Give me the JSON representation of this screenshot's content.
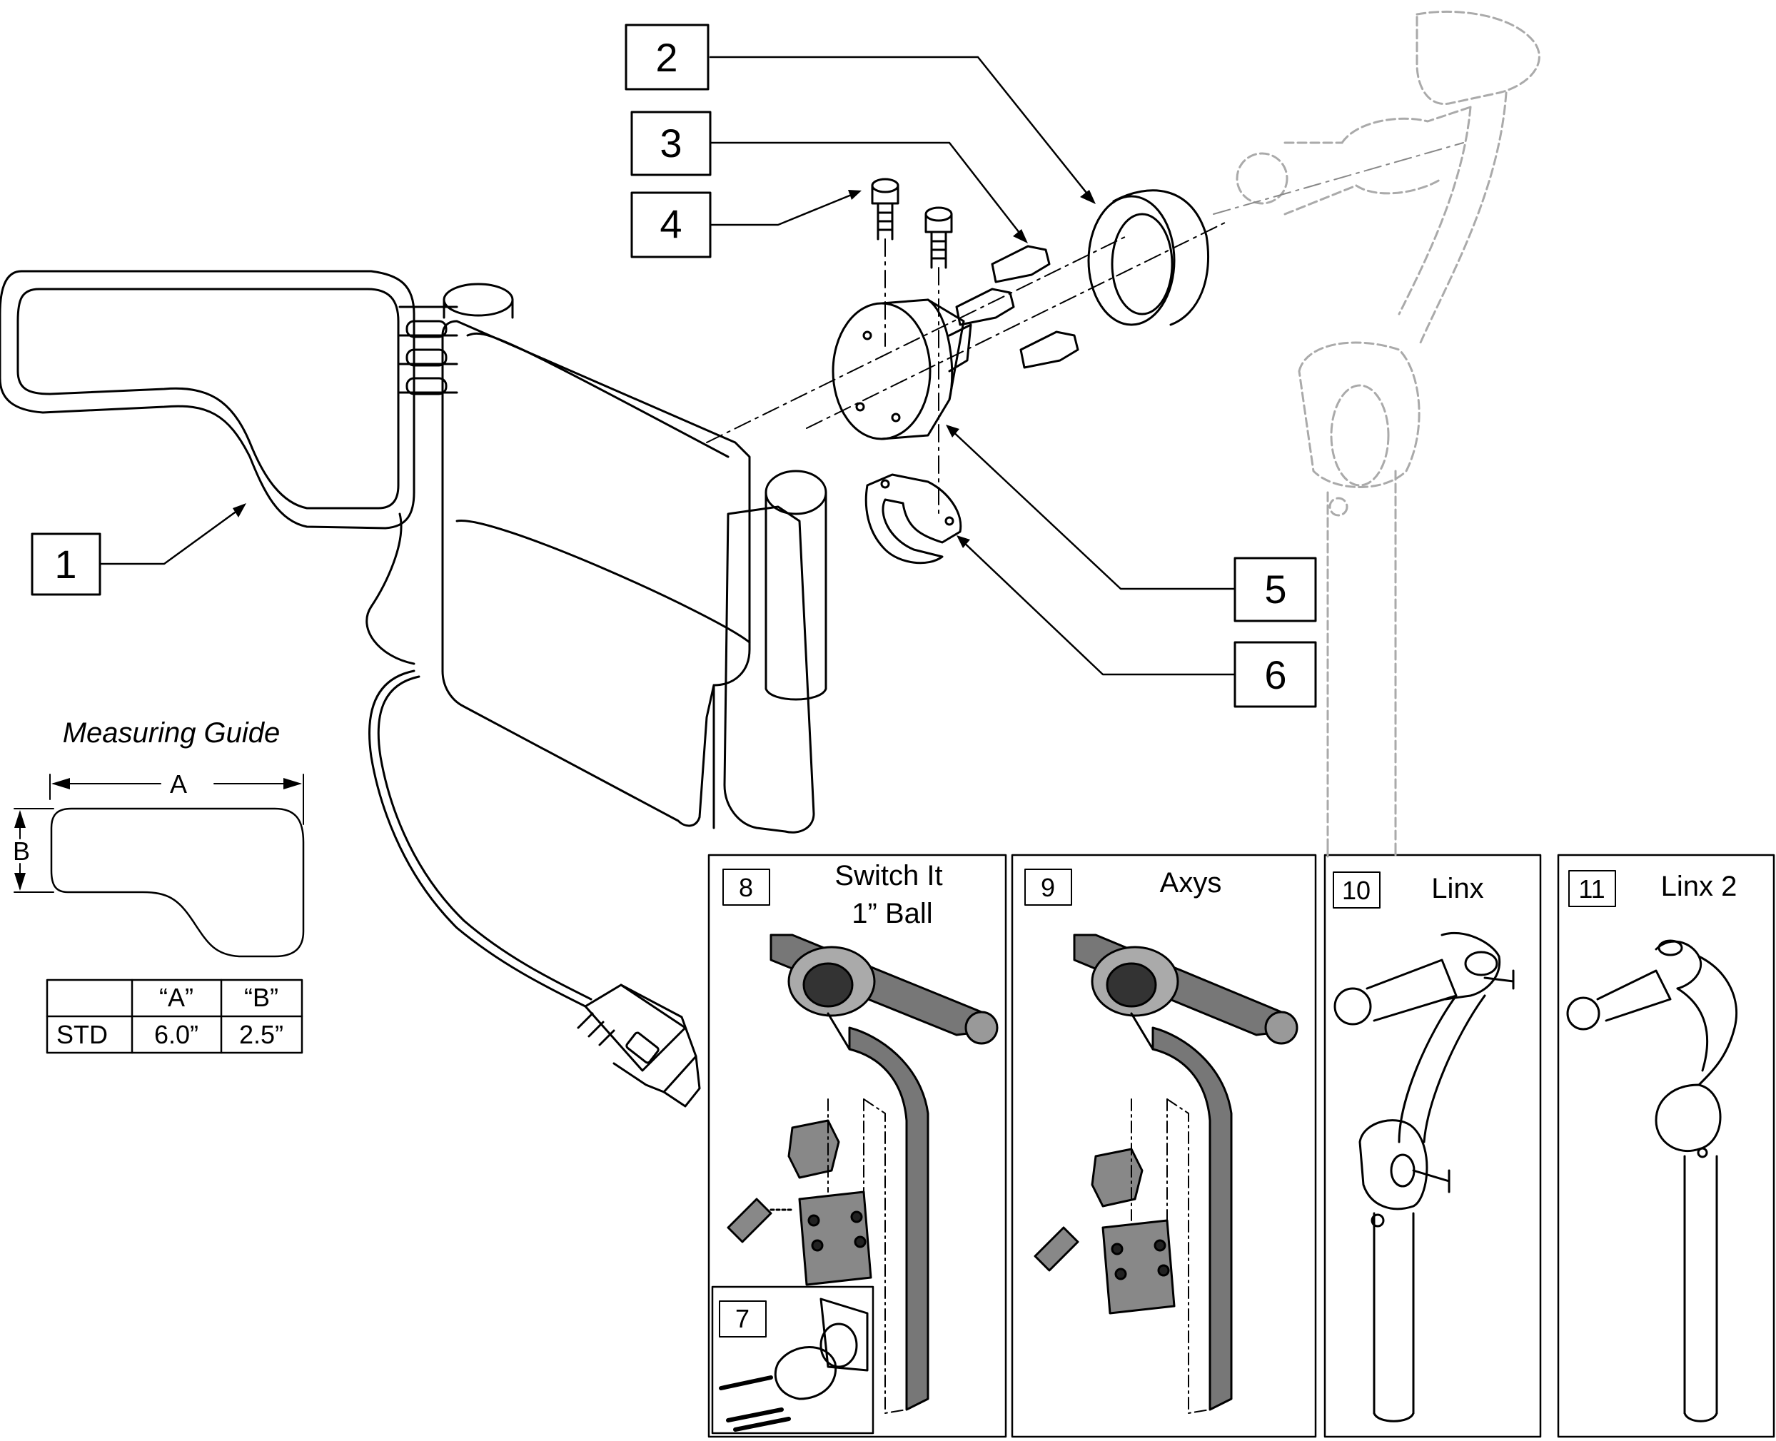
{
  "callouts": {
    "c1": "1",
    "c2": "2",
    "c3": "3",
    "c4": "4",
    "c5": "5",
    "c6": "6"
  },
  "panels": {
    "p8": {
      "num": "8",
      "title_line1": "Switch It",
      "title_line2": "1” Ball"
    },
    "p9": {
      "num": "9",
      "title": "Axys"
    },
    "p10": {
      "num": "10",
      "title": "Linx"
    },
    "p11": {
      "num": "11",
      "title": "Linx 2"
    },
    "p7": {
      "num": "7"
    }
  },
  "measuring_guide": {
    "title": "Measuring Guide",
    "dim_a": "A",
    "dim_b": "B",
    "table": {
      "headers": [
        "",
        "“A”",
        "“B”"
      ],
      "rows": [
        [
          "STD",
          "6.0”",
          "2.5”"
        ]
      ]
    }
  },
  "icons": [
    "joystick-pad-icon",
    "mount-clamp-icon",
    "db9-connector-icon",
    "screw-icon",
    "ring-collar-icon",
    "mounting-arm-icon"
  ]
}
